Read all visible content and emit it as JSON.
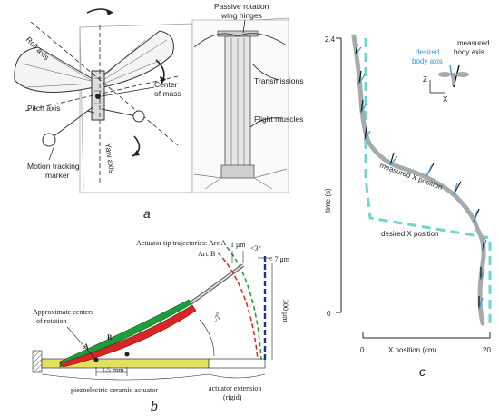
{
  "panel_a": {
    "letter": "a",
    "roll_axis": "Roll axis",
    "pitch_axis": "Pitch axis",
    "yaw_axis": "Yaw axis",
    "center_of_mass": [
      "Center",
      "of mass"
    ],
    "motion_marker": [
      "Motion tracking",
      "marker"
    ],
    "wing_hinges": [
      "Passive rotation",
      "wing hinges"
    ],
    "transmissions": "Transmissions",
    "flight_muscles": "Flight muscles"
  },
  "panel_b": {
    "letter": "b",
    "tip_traj": "Actuator tip trajectories:",
    "arc_a": "Arc A",
    "arc_b": "Arc B",
    "one_um": "1 μm",
    "lt7": "< 7 μm",
    "lt3deg": "<3°",
    "um300": "300 μm",
    "deg2": "~2°",
    "centers": [
      "Approximate centers",
      "of rotation"
    ],
    "pt_a": "A",
    "pt_b": "B",
    "mm15": "1.5 mm",
    "piezo": "piezoelectric ceramic actuator",
    "ext": [
      "actuator extension",
      "(rigid)"
    ]
  },
  "panel_c": {
    "letter": "c",
    "y_label": "time (s)",
    "y_top": "2.4",
    "y_bottom": "0",
    "x_label": "X position (cm)",
    "x_left": "0",
    "x_right": "20",
    "desired_axis": [
      "desired",
      "body axis"
    ],
    "measured_axis": [
      "measured",
      "body axis"
    ],
    "measured_pos": "measured X position",
    "desired_pos": "desired X position",
    "z_label": "Z",
    "x_axis_label": "X",
    "colors": {
      "measured": "#a6acae",
      "desired": "#6fd6cf",
      "arrow_blue": "#2d9cdb",
      "arrow_black": "#111111"
    }
  }
}
